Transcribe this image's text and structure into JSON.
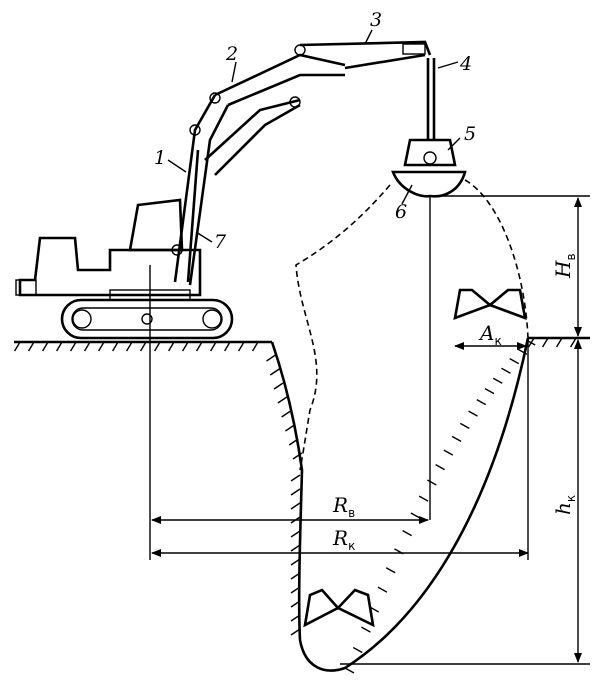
{
  "labels": {
    "boom": "1",
    "stick": "2",
    "beam": "3",
    "rod": "4",
    "grab": "5",
    "jaw": "6",
    "cylinder": "7"
  },
  "dims": {
    "R_v_main": "R",
    "R_v_sub": "в",
    "R_k_main": "R",
    "R_k_sub": "к",
    "H_v_main": "H",
    "H_v_sub": "в",
    "h_k_main": "h",
    "h_k_sub": "к",
    "A_k_main": "A",
    "A_k_sub": "к"
  }
}
